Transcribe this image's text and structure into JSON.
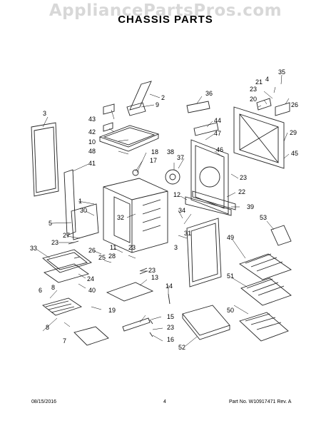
{
  "watermark": "AppliancePartsPros.com",
  "title": "CHASSIS PARTS",
  "footer": {
    "date": "08/15/2016",
    "page": "4",
    "part": "Part No. W10917471  Rev. A"
  },
  "callouts": [
    "1",
    "2",
    "3",
    "4",
    "5",
    "6",
    "7",
    "8",
    "9",
    "10",
    "11",
    "12",
    "13",
    "14",
    "15",
    "16",
    "17",
    "18",
    "19",
    "20",
    "21",
    "22",
    "23",
    "24",
    "25",
    "26",
    "27",
    "28",
    "29",
    "30",
    "31",
    "32",
    "33",
    "34",
    "35",
    "36",
    "37",
    "38",
    "39",
    "40",
    "41",
    "42",
    "43",
    "44",
    "45",
    "46",
    "47",
    "48",
    "49",
    "50",
    "51",
    "52",
    "53"
  ]
}
